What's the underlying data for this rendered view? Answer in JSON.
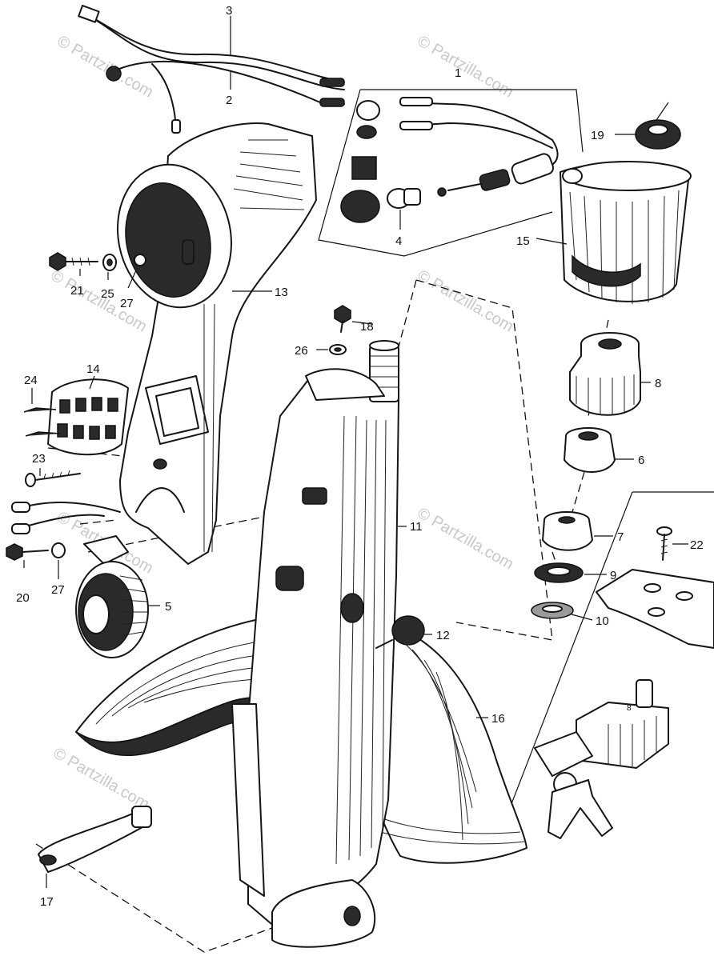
{
  "watermarks": [
    "© Partzilla.com",
    "© Partzilla.com",
    "© Partzilla.com",
    "© Partzilla.com",
    "© Partzilla.com",
    "© Partzilla.com",
    "© Partzilla.com",
    "© Partzilla.com"
  ],
  "callouts": [
    {
      "id": "c1",
      "text": "1"
    },
    {
      "id": "c2",
      "text": "2"
    },
    {
      "id": "c3",
      "text": "3"
    },
    {
      "id": "c4",
      "text": "4"
    },
    {
      "id": "c5",
      "text": "5"
    },
    {
      "id": "c6",
      "text": "6"
    },
    {
      "id": "c7",
      "text": "7"
    },
    {
      "id": "c8",
      "text": "8"
    },
    {
      "id": "c9",
      "text": "9"
    },
    {
      "id": "c10",
      "text": "10"
    },
    {
      "id": "c11",
      "text": "11"
    },
    {
      "id": "c12",
      "text": "12"
    },
    {
      "id": "c13",
      "text": "13"
    },
    {
      "id": "c14",
      "text": "14"
    },
    {
      "id": "c15",
      "text": "15"
    },
    {
      "id": "c16",
      "text": "16"
    },
    {
      "id": "c17",
      "text": "17"
    },
    {
      "id": "c18",
      "text": "18"
    },
    {
      "id": "c19",
      "text": "19"
    },
    {
      "id": "c20",
      "text": "20"
    },
    {
      "id": "c21",
      "text": "21"
    },
    {
      "id": "c22",
      "text": "22"
    },
    {
      "id": "c23",
      "text": "23"
    },
    {
      "id": "c24",
      "text": "24"
    },
    {
      "id": "c25",
      "text": "25"
    },
    {
      "id": "c26",
      "text": "26"
    },
    {
      "id": "c27a",
      "text": "27"
    },
    {
      "id": "c27b",
      "text": "27"
    }
  ],
  "key_labels": {
    "key_number": "8"
  }
}
